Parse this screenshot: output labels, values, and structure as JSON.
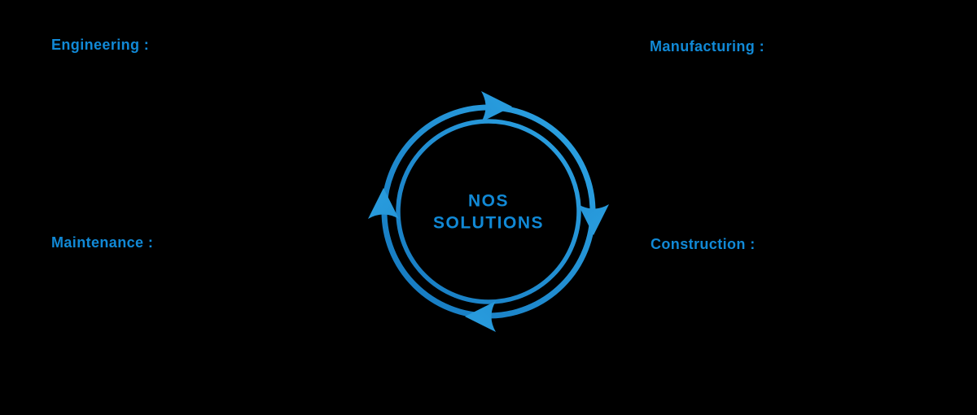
{
  "diagram": {
    "center": {
      "line1": "NOS",
      "line2": "SOLUTIONS"
    },
    "labels": {
      "top_left": "Engineering :",
      "top_right": "Manufacturing :",
      "bottom_left": "Maintenance :",
      "bottom_right": "Construction :"
    },
    "cycle": {
      "direction": "clockwise",
      "arrow_count": 4
    }
  },
  "colors": {
    "background": "#000000",
    "accent": "#1189d6",
    "ring_gradient_light": "#2ea6e6",
    "ring_gradient_dark": "#1476bd"
  }
}
